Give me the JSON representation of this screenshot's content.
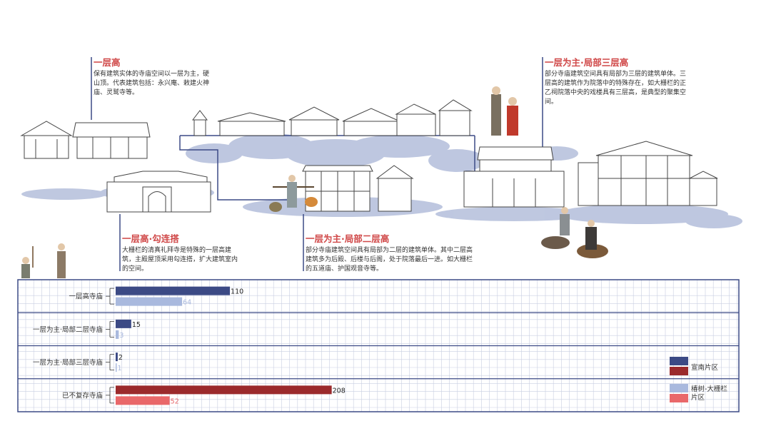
{
  "annotations": [
    {
      "title": "一层高",
      "body": "保有建筑实体的寺庙空间以一层为主，硬山顶。代表建筑包括：永兴庵、敕建火神庙、灵鹫寺等。"
    },
    {
      "title": "一层高·勾连搭",
      "body": "大栅栏的清真礼拜寺是特殊的一层高建筑，主殿屋顶采用勾连搭，扩大建筑室内的空间。"
    },
    {
      "title": "一层为主·局部二层高",
      "body": "部分寺庙建筑空间具有局部为二层的建筑单体。其中二层高建筑多为后殿、后楼与后阁，处于院落最后一进。如大栅栏的五道庙、护国观音寺等。"
    },
    {
      "title": "一层为主·局部三层高",
      "body": "部分寺庙建筑空间具有局部为三层的建筑单体。三层高的建筑作为院落中的特殊存在，如大栅栏的正乙祠院落中央的戏楼具有三层高，是典型的聚集空间。"
    }
  ],
  "colors": {
    "xuannan": "#3c4a85",
    "dashilan": "#a9b9de",
    "xuannan_lost": "#9b2a2c",
    "dashilan_lost": "#e9686a",
    "cloud": "#a9b5d6",
    "grid": "#c9cfe2",
    "frame": "#3c4a85"
  },
  "chart_data": {
    "type": "bar",
    "orientation": "horizontal",
    "categories": [
      "一层高寺庙",
      "一层为主·局部二层寺庙",
      "一层为主·局部三层寺庙",
      "已不复存寺庙"
    ],
    "series": [
      {
        "name": "宣南片区",
        "values": [
          110,
          15,
          2,
          208
        ]
      },
      {
        "name": "椿树-大栅栏片区",
        "values": [
          64,
          3,
          1,
          52
        ]
      }
    ],
    "xlim": [
      0,
      320
    ],
    "grid": true,
    "legend_position": "bottom-right"
  },
  "legend": {
    "label_1": "宣南片区",
    "label_2_line1": "椿树-大栅栏",
    "label_2_line2": "片区"
  }
}
